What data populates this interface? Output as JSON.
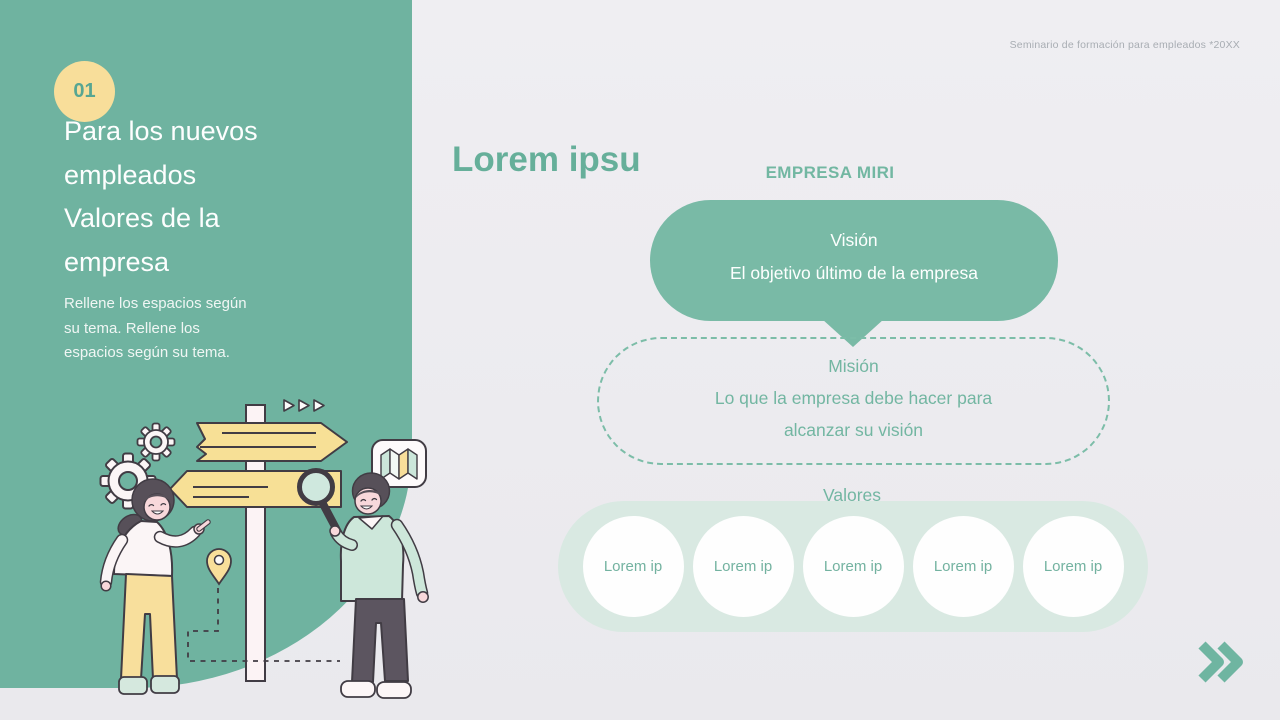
{
  "slide": {
    "header_note": "Seminario de formación para empleados *20XX"
  },
  "sidebar": {
    "number": "01",
    "title_lines": [
      "Para los nuevos",
      "empleados",
      "Valores de la",
      "empresa"
    ],
    "body_lines": [
      "Rellene los espacios según",
      "su tema. Rellene los",
      "espacios según su tema."
    ]
  },
  "main": {
    "title": "Lorem ipsu",
    "company": "EMPRESA MIRI",
    "vision": {
      "heading": "Visión",
      "text": "El objetivo último de la empresa"
    },
    "mision": {
      "heading": "Misión",
      "line1": "Lo que la empresa debe hacer para",
      "line2": "alcanzar su visión"
    },
    "valores": {
      "heading": "Valores",
      "items": [
        "Lorem ip",
        "Lorem ip",
        "Lorem ip",
        "Lorem ip",
        "Lorem ip"
      ]
    }
  },
  "icons": {
    "next": "double-chevron-right",
    "illustration": "two-people-at-signpost"
  },
  "colors": {
    "teal": "#6FB3A0",
    "teal_bubble": "#79BAA6",
    "teal_text": "#73B6A2",
    "yellow": "#F8DE9A",
    "light_pill": "#D9E9E2",
    "background": "#ECEBEF",
    "note_gray": "#A8ADB3",
    "outline": "#413C44"
  }
}
